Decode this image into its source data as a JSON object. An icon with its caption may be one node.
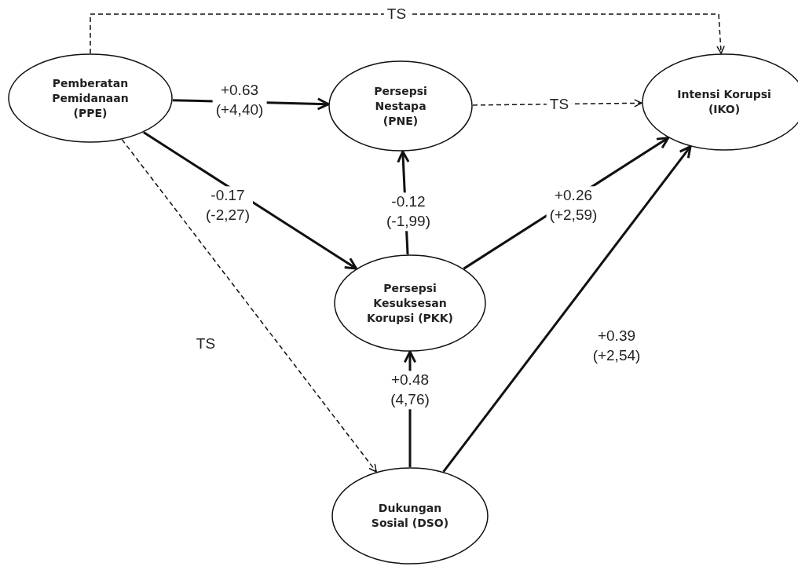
{
  "diagram": {
    "nodes": [
      {
        "text": [
          "Pemberatan Pemidanaan (PPE)"
        ]
      },
      {
        "text": [
          "Persepsi Nestapa (PNE)"
        ]
      },
      {
        "text": [
          "Intensi Korupsi (IKO)"
        ]
      },
      {
        "text": [
          "Persepsi Kesuksesan Korupsi (PKK)"
        ]
      },
      {
        "text": [
          "Dukungan Sosial (DSO)"
        ]
      }
    ],
    "edges": [
      {
        "from": 0,
        "to": 2,
        "arrow": "to",
        "label": "TS",
        "style": "dashed"
      },
      {
        "from": 0,
        "to": 1,
        "arrow": "to",
        "label": "+0.63 (+4,40)"
      },
      {
        "from": 1,
        "to": 2,
        "arrow": "to",
        "label": "TS",
        "style": "dashed"
      },
      {
        "from": 0,
        "to": 3,
        "arrow": "to",
        "label": "-0.17 (-2,27)"
      },
      {
        "from": 3,
        "to": 1,
        "arrow": "to",
        "label": "-0.12 (-1,99)"
      },
      {
        "from": 3,
        "to": 2,
        "arrow": "to",
        "label": "+0.26 (+2,59)"
      },
      {
        "from": 0,
        "to": 4,
        "arrow": "to",
        "label": "TS",
        "style": "dashed"
      },
      {
        "from": 4,
        "to": 3,
        "arrow": "to",
        "label": "+0.48 (4,76)"
      },
      {
        "from": 4,
        "to": 2,
        "arrow": "to",
        "label": "+0.39 (+2,54)"
      }
    ]
  }
}
